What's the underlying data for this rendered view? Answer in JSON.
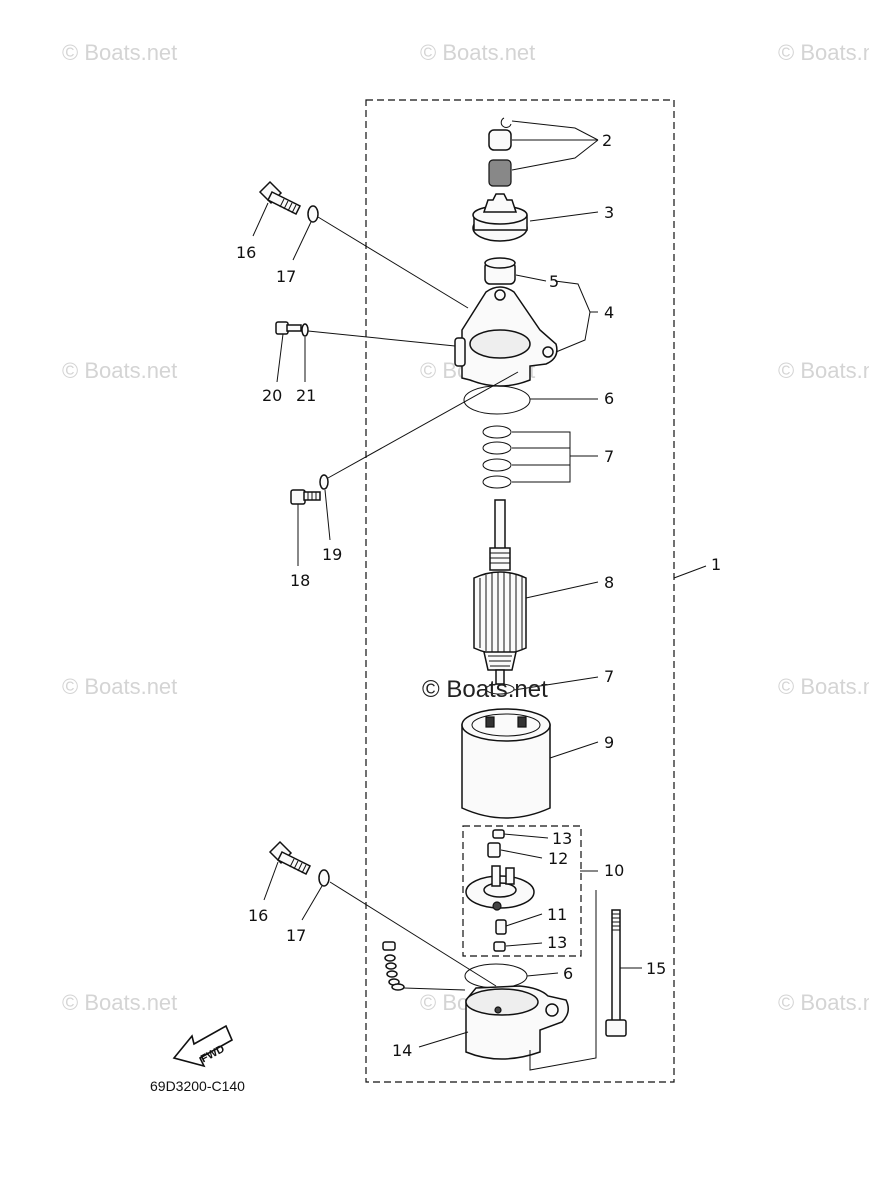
{
  "watermarks": {
    "text": "© Boats.net",
    "center_text": "© Boats.net"
  },
  "diagram_code": "69D3200-C140",
  "fwd_label": "FWD",
  "callouts": {
    "c1": "1",
    "c2": "2",
    "c3": "3",
    "c4": "4",
    "c5": "5",
    "c6a": "6",
    "c6b": "6",
    "c7a": "7",
    "c7b": "7",
    "c8": "8",
    "c9": "9",
    "c10": "10",
    "c11": "11",
    "c12": "12",
    "c13a": "13",
    "c13b": "13",
    "c14": "14",
    "c15": "15",
    "c16a": "16",
    "c16b": "16",
    "c17a": "17",
    "c17b": "17",
    "c18": "18",
    "c19": "19",
    "c20": "20",
    "c21": "21"
  }
}
